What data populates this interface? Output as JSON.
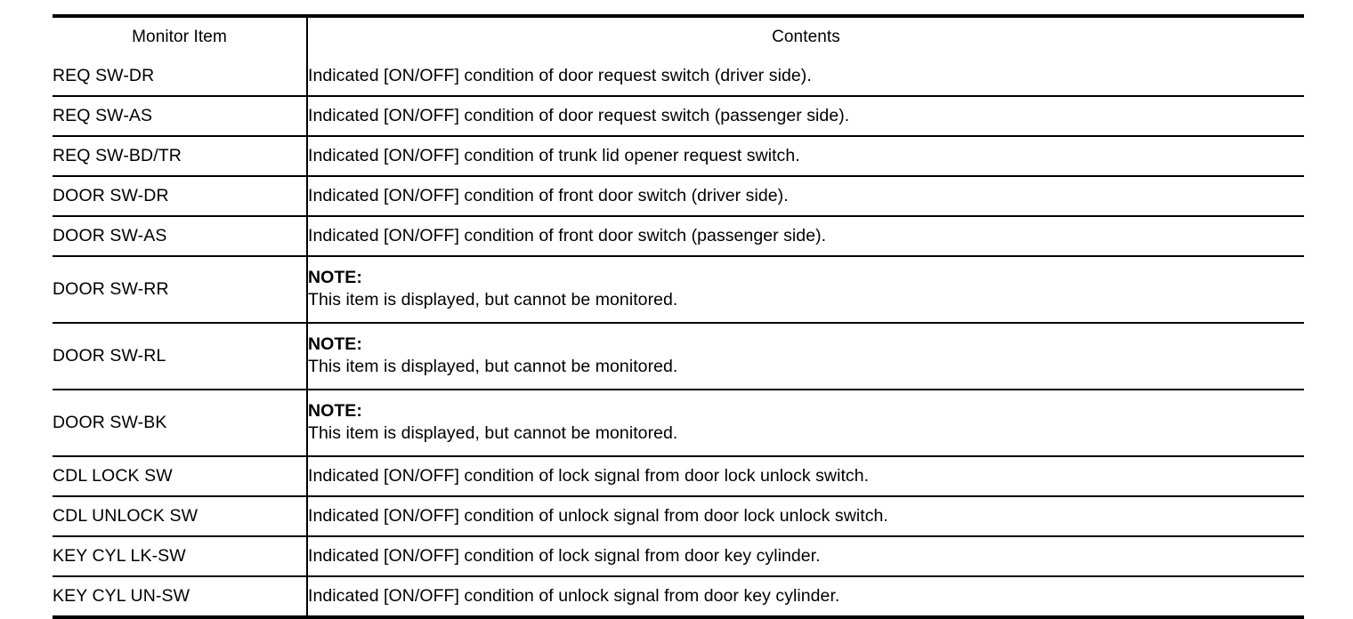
{
  "table": {
    "headers": {
      "item": "Monitor Item",
      "contents": "Contents"
    },
    "rows": [
      {
        "item": "REQ SW-DR",
        "contents": "Indicated [ON/OFF] condition of door request switch (driver side).",
        "note_title": "",
        "note_text": "",
        "tall": false
      },
      {
        "item": "REQ SW-AS",
        "contents": "Indicated [ON/OFF] condition of door request switch (passenger side).",
        "note_title": "",
        "note_text": "",
        "tall": false
      },
      {
        "item": "REQ SW-BD/TR",
        "contents": "Indicated [ON/OFF] condition of trunk lid opener request switch.",
        "note_title": "",
        "note_text": "",
        "tall": false
      },
      {
        "item": "DOOR SW-DR",
        "contents": "Indicated [ON/OFF] condition of front door switch (driver side).",
        "note_title": "",
        "note_text": "",
        "tall": false
      },
      {
        "item": "DOOR SW-AS",
        "contents": "Indicated [ON/OFF] condition of front door switch (passenger side).",
        "note_title": "",
        "note_text": "",
        "tall": false
      },
      {
        "item": "DOOR SW-RR",
        "contents": "",
        "note_title": "NOTE:",
        "note_text": "This item is displayed, but cannot be monitored.",
        "tall": true
      },
      {
        "item": "DOOR SW-RL",
        "contents": "",
        "note_title": "NOTE:",
        "note_text": "This item is displayed, but cannot be monitored.",
        "tall": true
      },
      {
        "item": "DOOR SW-BK",
        "contents": "",
        "note_title": "NOTE:",
        "note_text": "This item is displayed, but cannot be monitored.",
        "tall": true
      },
      {
        "item": "CDL LOCK SW",
        "contents": "Indicated [ON/OFF] condition of lock signal from door lock unlock switch.",
        "note_title": "",
        "note_text": "",
        "tall": false
      },
      {
        "item": "CDL UNLOCK SW",
        "contents": "Indicated [ON/OFF] condition of unlock signal from door lock unlock switch.",
        "note_title": "",
        "note_text": "",
        "tall": false
      },
      {
        "item": "KEY CYL LK-SW",
        "contents": "Indicated [ON/OFF] condition of lock signal from door key cylinder.",
        "note_title": "",
        "note_text": "",
        "tall": false
      },
      {
        "item": "KEY CYL UN-SW",
        "contents": "Indicated [ON/OFF] condition of unlock signal from door key cylinder.",
        "note_title": "",
        "note_text": "",
        "tall": false
      }
    ]
  }
}
